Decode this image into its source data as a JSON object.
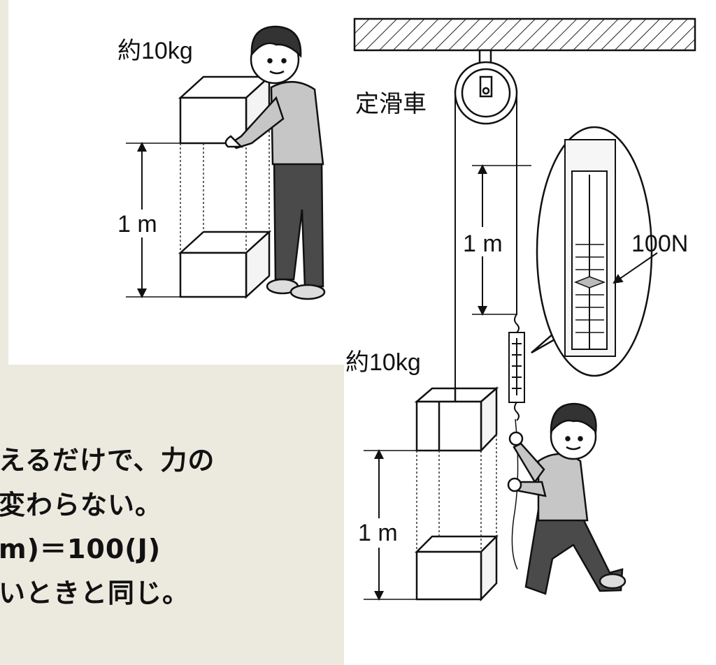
{
  "left_figure": {
    "mass_label": "約10kg",
    "height_label": "1 m"
  },
  "right_figure": {
    "pulley_label": "定滑車",
    "height_label_rope": "1 m",
    "mass_label": "約10kg",
    "height_label_box": "1 m",
    "scale_reading": "100N"
  },
  "caption_lines": [
    "えるだけで、力の",
    "変わらない。",
    "m)＝100(J)",
    "いときと同じ。"
  ]
}
